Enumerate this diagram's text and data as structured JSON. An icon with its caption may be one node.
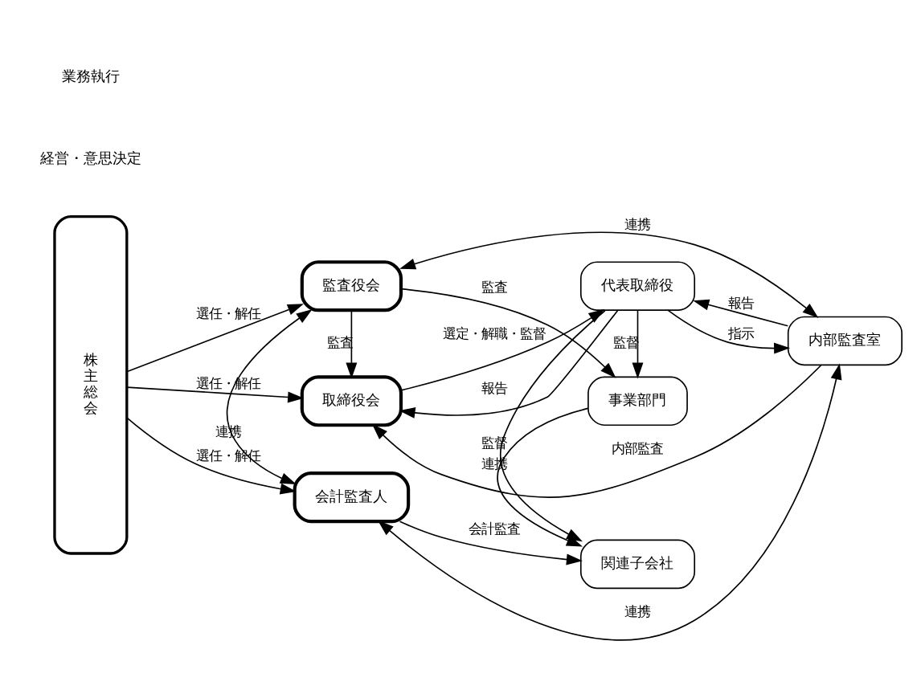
{
  "diagram": {
    "nodes": [
      {
        "text": [
          "株主総会"
        ]
      },
      {
        "text": [
          "取締役会"
        ]
      },
      {
        "text": [
          "代表取締役"
        ]
      },
      {
        "text": [
          "内部監査室"
        ]
      },
      {
        "text": [
          "監査役会"
        ]
      },
      {
        "text": [
          "事業部門"
        ]
      },
      {
        "text": [
          "会計監査人"
        ]
      },
      {
        "text": [
          "関連子会社"
        ]
      }
    ],
    "edges": [
      {
        "from": 0,
        "to": 1,
        "arrow": "to",
        "label": "選任・解任"
      },
      {
        "from": 1,
        "to": 2,
        "arrow": "to",
        "label": "選定・解職・監督"
      },
      {
        "from": 2,
        "to": 1,
        "arrow": "to",
        "label": "報告"
      },
      {
        "from": 2,
        "to": 3,
        "arrow": "to",
        "label": "指示"
      },
      {
        "from": 3,
        "to": 2,
        "arrow": "to",
        "label": "報告"
      },
      {
        "from": 3,
        "to": 1,
        "arrow": "to",
        "label": "内部監査"
      },
      {
        "from": 4,
        "to": 1,
        "arrow": "to",
        "label": "監査"
      },
      {
        "from": 0,
        "to": 4,
        "arrow": "to",
        "label": "選任・解任"
      },
      {
        "from": 3,
        "to": 4,
        "arrow": "both",
        "label": "連携"
      },
      {
        "from": 4,
        "to": 5,
        "arrow": "to",
        "label": "監査"
      },
      {
        "from": 4,
        "to": 6,
        "arrow": "both",
        "label": "連携"
      },
      {
        "from": 3,
        "to": 6,
        "arrow": "both",
        "label": "連携"
      },
      {
        "from": 0,
        "to": 6,
        "arrow": "to",
        "label": "選任・解任"
      },
      {
        "from": 6,
        "to": 7,
        "arrow": "to",
        "label": "会計監査"
      },
      {
        "from": 2,
        "to": 5,
        "arrow": "to",
        "label": "監督"
      },
      {
        "from": 5,
        "to": 7,
        "arrow": "to",
        "label": "連携"
      },
      {
        "from": 2,
        "to": 7,
        "arrow": "to",
        "label": "監督"
      }
    ],
    "labels": [
      "経営・意思決定",
      "業務執行"
    ]
  }
}
